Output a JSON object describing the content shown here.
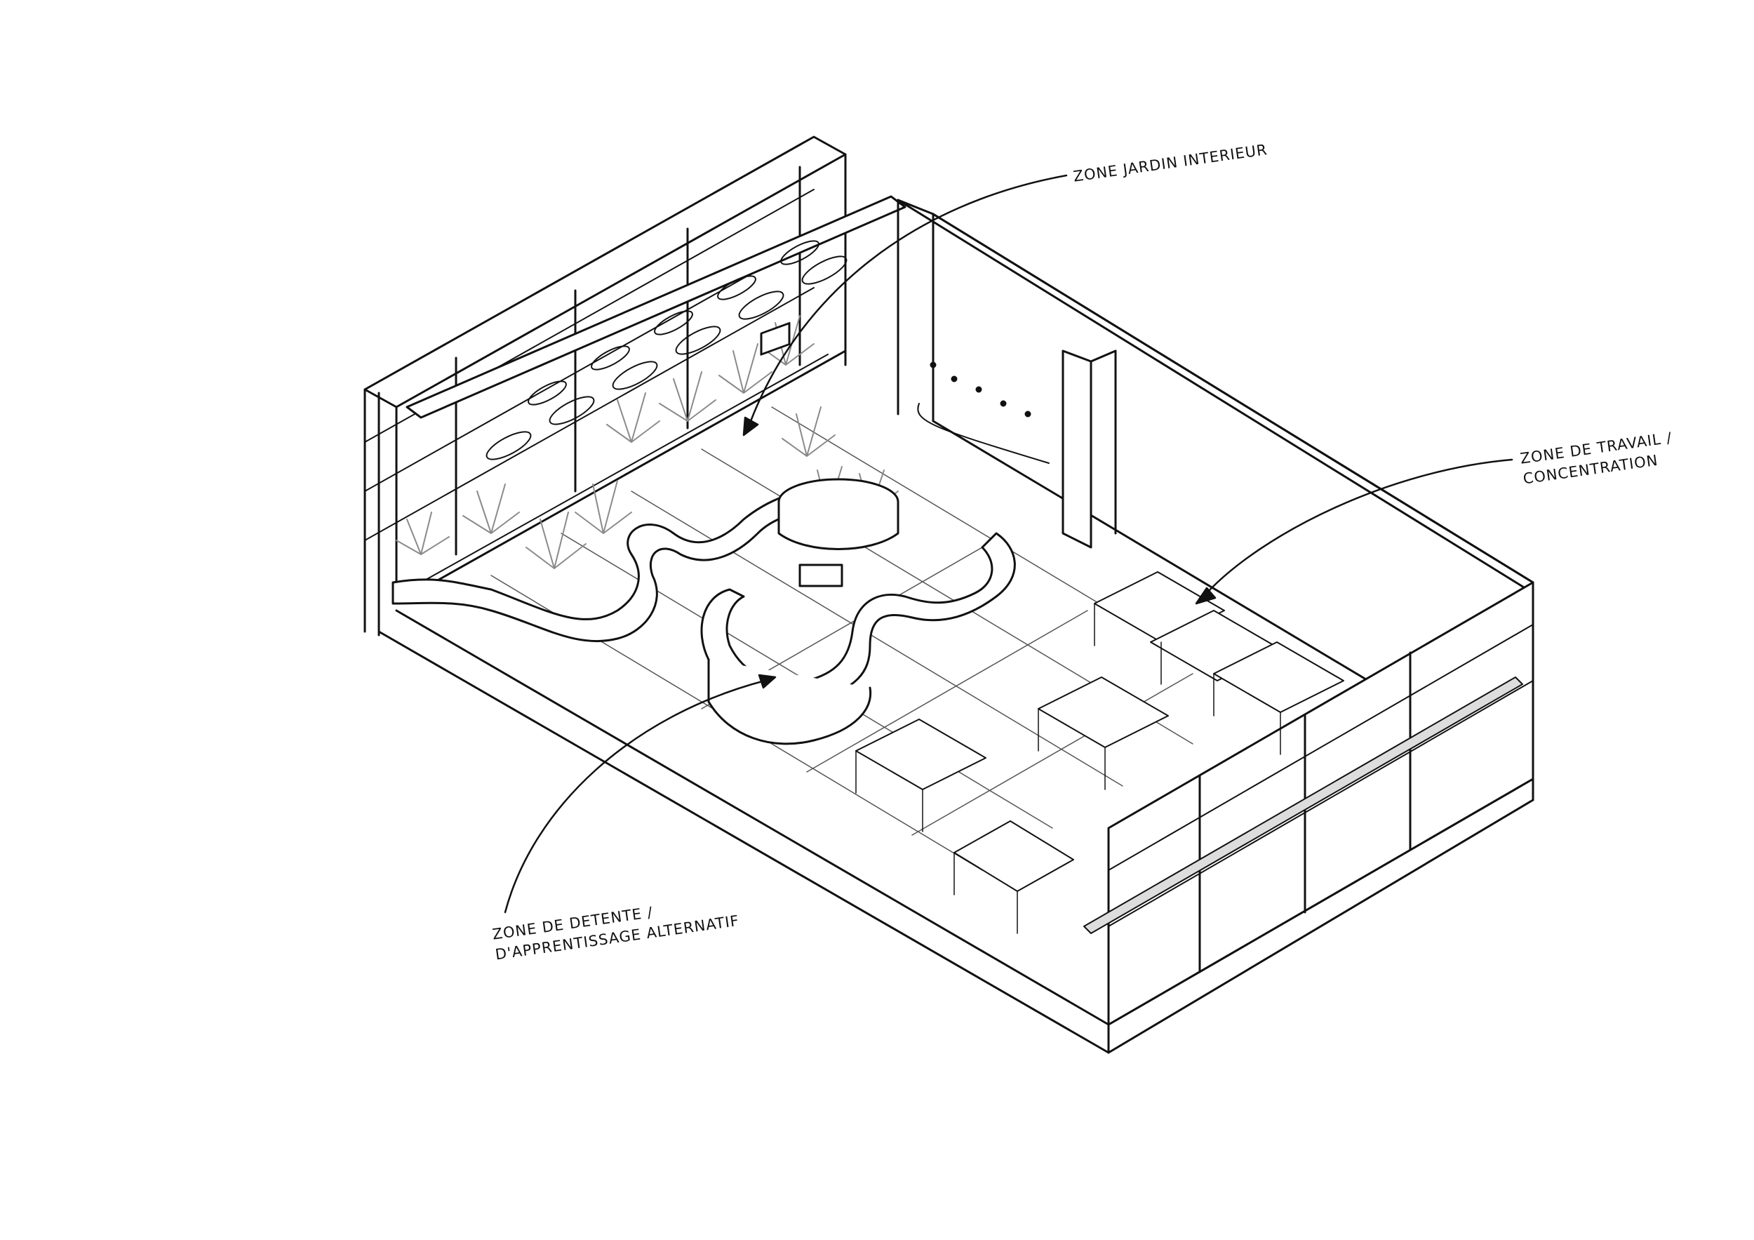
{
  "labels": {
    "jardin": "ZONE JARDIN INTERIEUR",
    "travail_line1": "ZONE DE TRAVAIL /",
    "travail_line2": "CONCENTRATION",
    "detente_line1": "ZONE DE DETENTE /",
    "detente_line2": "D'APPRENTISSAGE ALTERNATIF"
  },
  "colors": {
    "ink": "#111111",
    "plant": "#8a8a8a",
    "background": "#ffffff"
  }
}
